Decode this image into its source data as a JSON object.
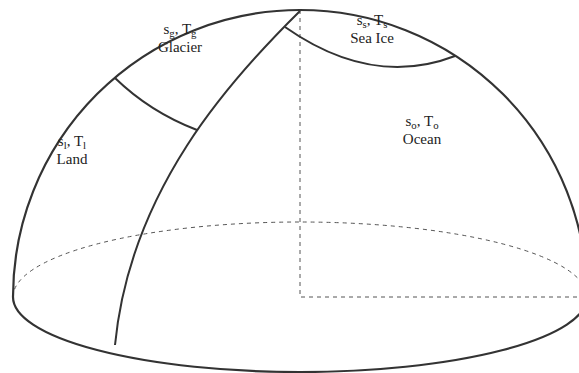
{
  "diagram": {
    "nodes": [
      {
        "text": [
          "sg, Tg",
          "Glacier"
        ]
      },
      {
        "text": [
          "ss, Ts",
          "Sea Ice"
        ]
      },
      {
        "text": [
          "sl, Tl",
          "Land"
        ]
      },
      {
        "text": [
          "so, To",
          "Ocean"
        ]
      }
    ]
  }
}
